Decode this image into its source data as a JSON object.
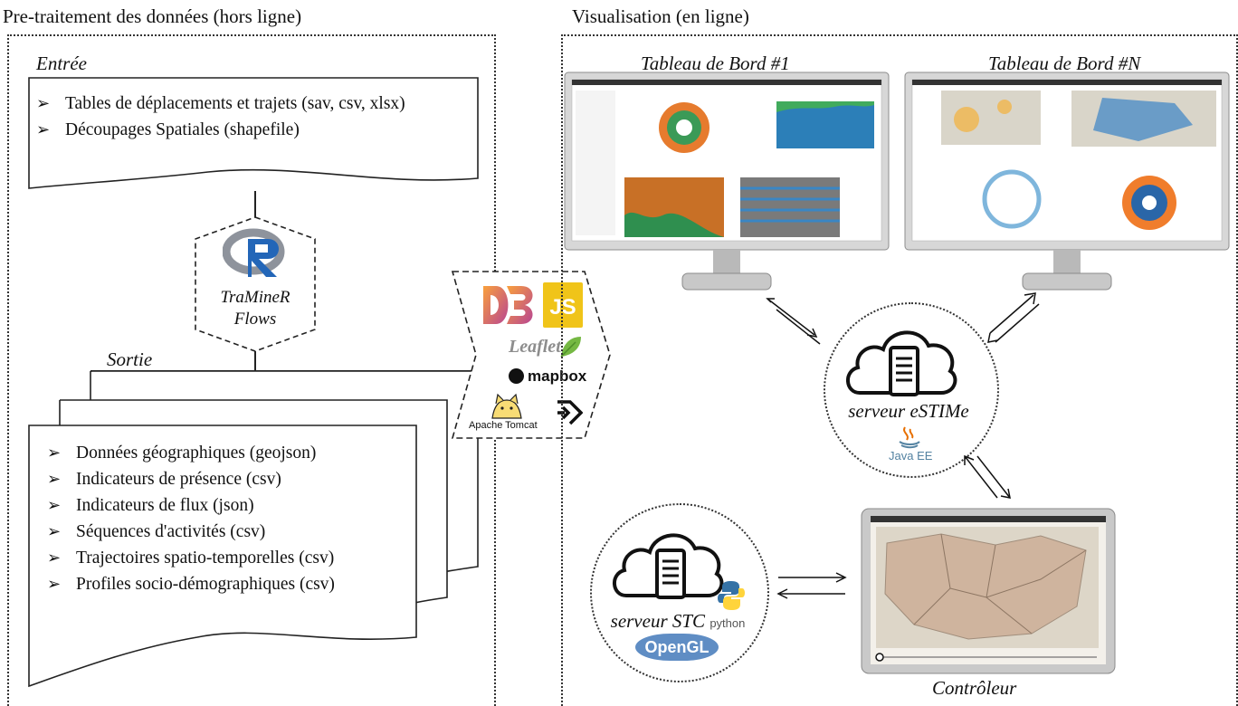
{
  "left_panel": {
    "title": "Pre-traitement des données (hors ligne)",
    "input_label": "Entrée",
    "input_items": [
      "Tables de déplacements et trajets (sav, csv, xlsx)",
      "Découpages Spatiales (shapefile)"
    ],
    "tools_label": [
      "TraMineR",
      "Flows"
    ],
    "output_label": "Sortie",
    "output_items": [
      "Données géographiques (geojson)",
      "Indicateurs de présence (csv)",
      "Indicateurs de flux (json)",
      "Séquences d'activités (csv)",
      "Trajectoires spatio-temporelles (csv)",
      "Profiles socio-démographiques (csv)"
    ]
  },
  "tech_badges": {
    "items": [
      "D3",
      "JS",
      "Leaflet",
      "mapbox",
      "Apache Tomcat"
    ],
    "tomcat_label": "Apache Tomcat",
    "mapbox_label": "mapbox",
    "leaflet_label": "Leaflet",
    "js_label": "JS"
  },
  "right_panel": {
    "title": "Visualisation (en ligne)",
    "dashboard_1": "Tableau de Bord #1",
    "dashboard_n": "Tableau de Bord #N",
    "server_estime": "serveur eSTIMe",
    "server_estime_tech": "Java EE",
    "server_stc": "serveur STC",
    "server_stc_python": "python",
    "server_stc_tech": "OpenGL",
    "controller": "Contrôleur"
  }
}
